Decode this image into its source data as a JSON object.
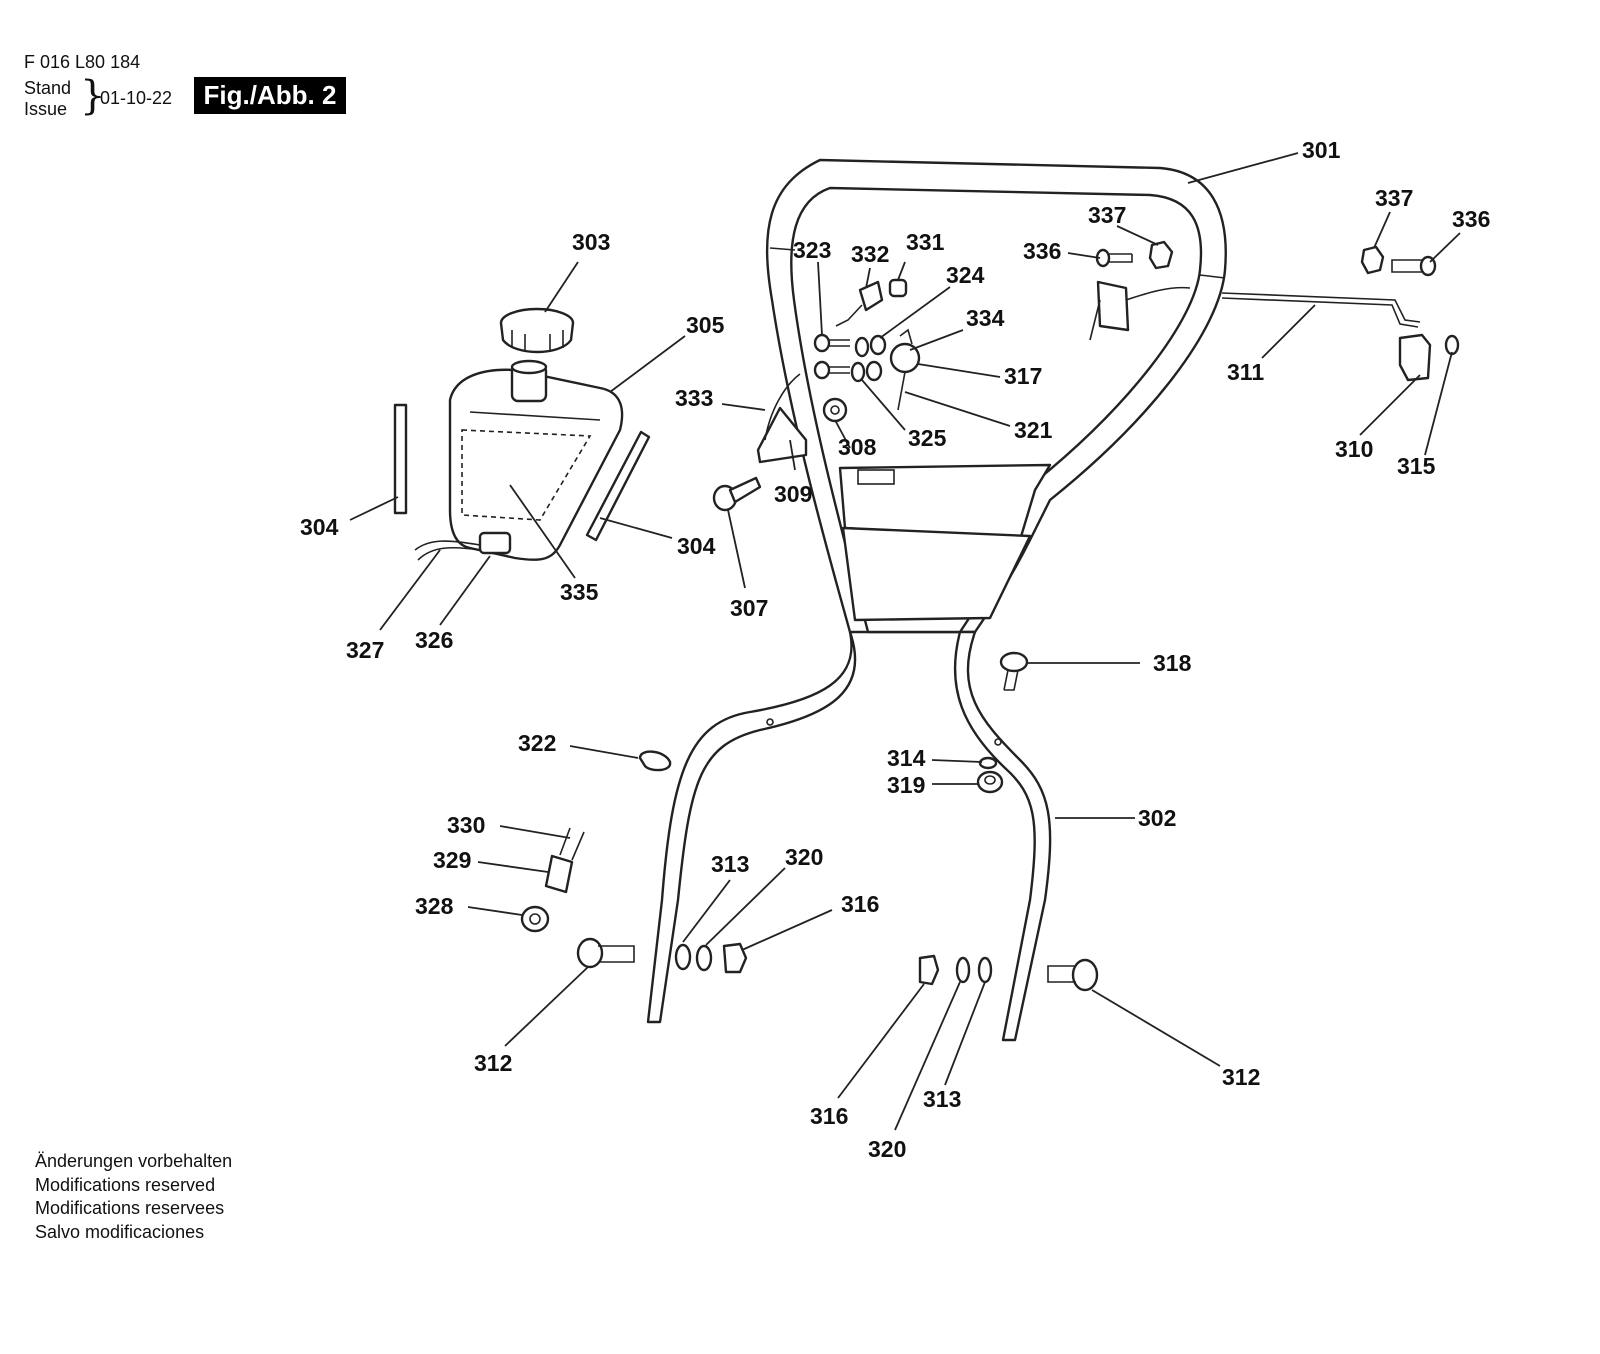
{
  "header": {
    "doc_number": "F 016 L80 184",
    "stand_label": "Stand",
    "issue_label": "Issue",
    "issue_date": "01-10-22",
    "figure_label": "Fig./Abb. 2"
  },
  "footer": {
    "lines": [
      "Änderungen vorbehalten",
      "Modifications reserved",
      "Modifications reservees",
      "Salvo modificaciones"
    ]
  },
  "part_labels": {
    "p301": "301",
    "p302": "302",
    "p303": "303",
    "p304a": "304",
    "p304b": "304",
    "p305": "305",
    "p307": "307",
    "p308": "308",
    "p309": "309",
    "p310": "310",
    "p311": "311",
    "p312a": "312",
    "p312b": "312",
    "p313a": "313",
    "p313b": "313",
    "p314": "314",
    "p315": "315",
    "p316a": "316",
    "p316b": "316",
    "p317": "317",
    "p318": "318",
    "p319": "319",
    "p320a": "320",
    "p320b": "320",
    "p321": "321",
    "p322": "322",
    "p323": "323",
    "p324": "324",
    "p325": "325",
    "p326": "326",
    "p327": "327",
    "p328": "328",
    "p329": "329",
    "p330": "330",
    "p331": "331",
    "p332": "332",
    "p333": "333",
    "p334": "334",
    "p335": "335",
    "p336a": "336",
    "p336b": "336",
    "p337a": "337",
    "p337b": "337"
  }
}
